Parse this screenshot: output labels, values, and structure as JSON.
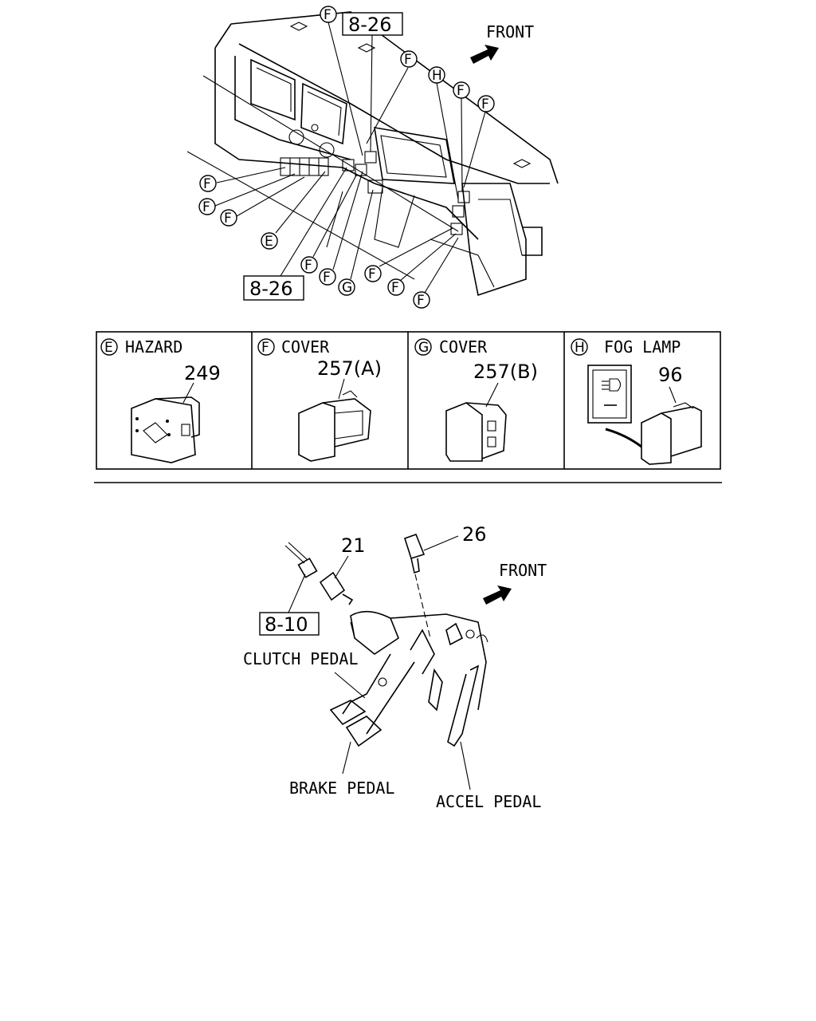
{
  "top_diagram": {
    "front_label": "FRONT",
    "ref_boxes": [
      "8-26",
      "8-26"
    ],
    "callouts": {
      "f": "F",
      "e": "E",
      "g": "G",
      "h": "H"
    }
  },
  "legend_table": {
    "cells": [
      {
        "letter": "E",
        "title": "HAZARD",
        "part": "249"
      },
      {
        "letter": "F",
        "title": "COVER",
        "part": "257(A)"
      },
      {
        "letter": "G",
        "title": "COVER",
        "part": "257(B)"
      },
      {
        "letter": "H",
        "title": "FOG LAMP",
        "part": "96"
      }
    ]
  },
  "bottom_diagram": {
    "front_label": "FRONT",
    "ref_box": "8-10",
    "part_21": "21",
    "part_26": "26",
    "clutch_pedal": "CLUTCH PEDAL",
    "brake_pedal": "BRAKE PEDAL",
    "accel_pedal": "ACCEL PEDAL"
  }
}
